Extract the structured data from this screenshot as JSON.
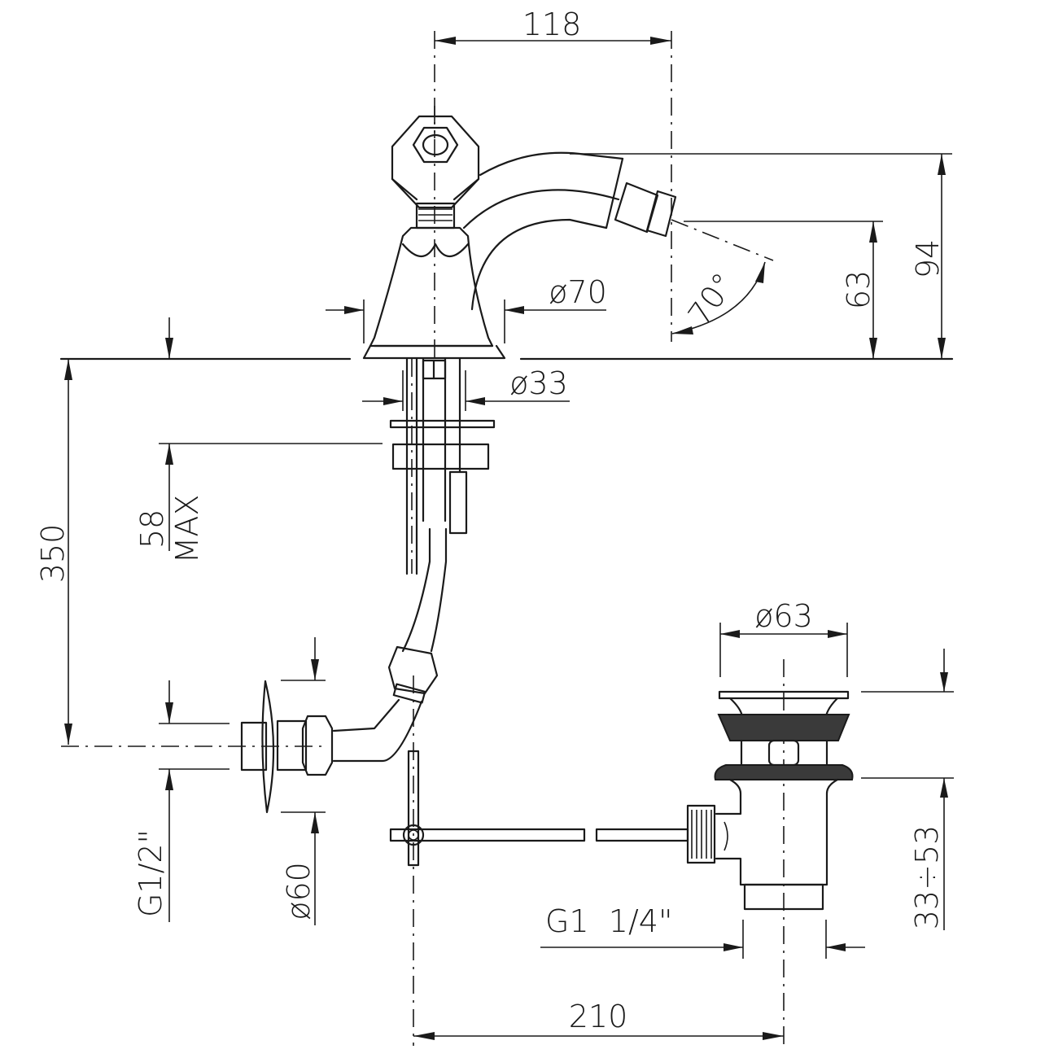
{
  "drawing": {
    "subject": "Bidet mixer with pop-up waste - dimensional drawing",
    "colors": {
      "line": "#1a1a1a",
      "background": "#ffffff",
      "hatch": "#3a3a3a"
    },
    "dimensions": {
      "spout_reach": "118",
      "total_height": "94",
      "nozzle_height": "63",
      "nozzle_angle": "70°",
      "base_diameter": "ø70",
      "shank_diameter": "ø33",
      "deck_thickness_value": "58",
      "deck_thickness_note": "MAX",
      "hose_length": "350",
      "inlet_thread": "G1/2\"",
      "rosette_diameter": "ø60",
      "waste_flange_diameter": "ø63",
      "waste_adjust_range": "33÷53",
      "waste_thread": "G1  1/4\"",
      "mixer_to_waste_distance": "210"
    }
  }
}
